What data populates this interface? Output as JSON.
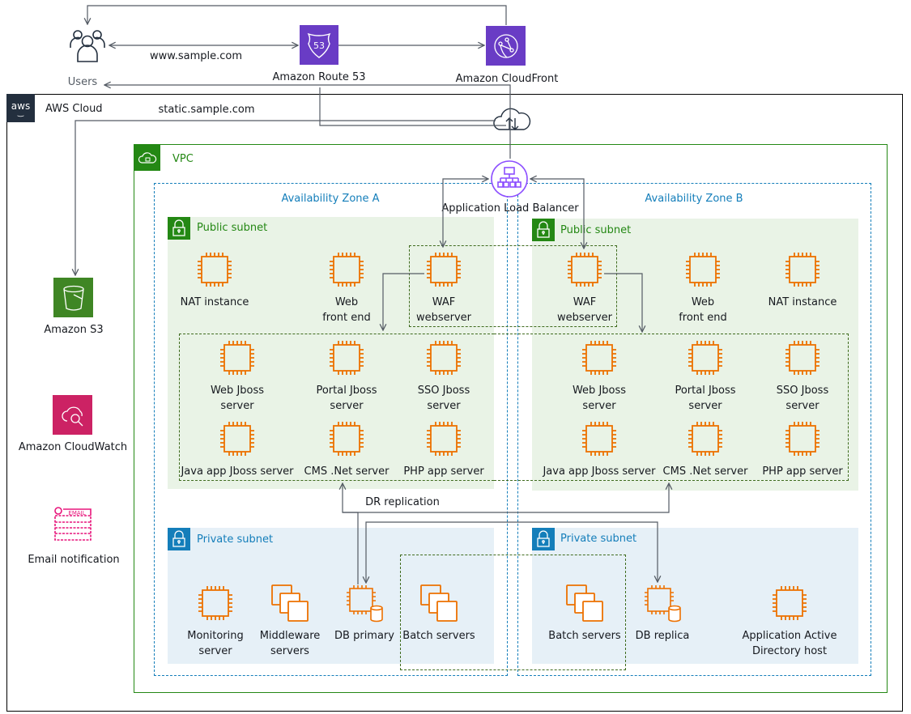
{
  "external": {
    "users": "Users",
    "route53": "Amazon Route 53",
    "cloudfront": "Amazon CloudFront",
    "www_domain": "www.sample.com",
    "static_domain": "static.sample.com"
  },
  "aws_cloud": {
    "label": "AWS Cloud",
    "logo_text": "aws"
  },
  "side_services": {
    "s3": "Amazon S3",
    "cloudwatch": "Amazon CloudWatch",
    "email": "Email notification",
    "email_icon_text": "EMAIL"
  },
  "vpc": {
    "label": "VPC",
    "alb": "Application Load Balancer",
    "dr_replication": "DR replication"
  },
  "zone_a": {
    "label": "Availability Zone A",
    "public_subnet": "Public subnet",
    "private_subnet": "Private subnet",
    "public_nodes": [
      {
        "l1": "NAT instance",
        "l2": ""
      },
      {
        "l1": "Web",
        "l2": "front end"
      },
      {
        "l1": "WAF",
        "l2": "webserver"
      }
    ],
    "app_nodes": [
      {
        "l1": "Web Jboss",
        "l2": "server"
      },
      {
        "l1": "Portal Jboss",
        "l2": "server"
      },
      {
        "l1": "SSO Jboss",
        "l2": "server"
      },
      {
        "l1": "Java app Jboss server",
        "l2": ""
      },
      {
        "l1": "CMS .Net server",
        "l2": ""
      },
      {
        "l1": "PHP app server",
        "l2": ""
      }
    ],
    "private_nodes": [
      {
        "l1": "Monitoring",
        "l2": "server"
      },
      {
        "l1": "Middleware",
        "l2": "servers"
      },
      {
        "l1": "DB primary",
        "l2": ""
      },
      {
        "l1": "Batch servers",
        "l2": ""
      }
    ]
  },
  "zone_b": {
    "label": "Availability Zone B",
    "public_subnet": "Public subnet",
    "private_subnet": "Private subnet",
    "public_nodes": [
      {
        "l1": "WAF",
        "l2": "webserver"
      },
      {
        "l1": "Web",
        "l2": "front end"
      },
      {
        "l1": "NAT instance",
        "l2": ""
      }
    ],
    "app_nodes": [
      {
        "l1": "Web Jboss",
        "l2": "server"
      },
      {
        "l1": "Portal Jboss",
        "l2": "server"
      },
      {
        "l1": "SSO Jboss",
        "l2": "server"
      },
      {
        "l1": "Java app Jboss server",
        "l2": ""
      },
      {
        "l1": "CMS .Net server",
        "l2": ""
      },
      {
        "l1": "PHP app server",
        "l2": ""
      }
    ],
    "private_nodes": [
      {
        "l1": "Batch servers",
        "l2": ""
      },
      {
        "l1": "DB replica",
        "l2": ""
      },
      {
        "l1": "Application Active",
        "l2": "Directory host"
      }
    ]
  },
  "colors": {
    "ec2_orange": "#ed7100",
    "network_purple": "#8c4fff",
    "purple_fill": "#693cc5",
    "vpc_green": "#248814",
    "s3_green": "#3f8624",
    "cloudwatch_pink": "#cc2264",
    "az_blue": "#147eba",
    "public_fill": "#e9f3e6",
    "private_fill": "#e6f0f7",
    "aws_dark": "#232f3e",
    "line": "#545b64",
    "group_dash": "#3f6b1e"
  }
}
